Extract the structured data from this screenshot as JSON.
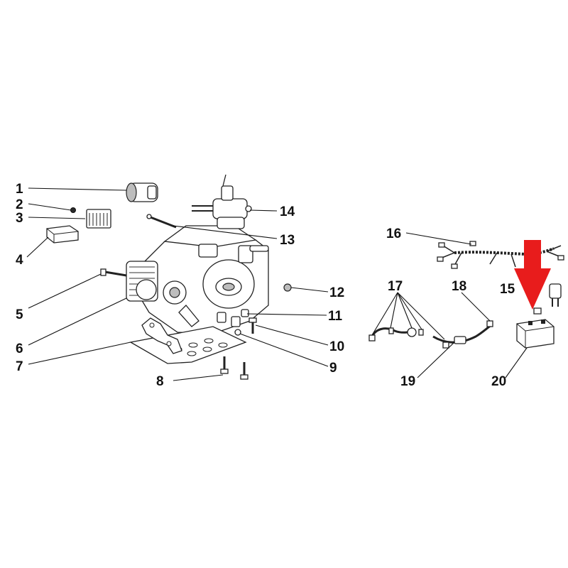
{
  "callouts": [
    {
      "id": "1",
      "label": "1"
    },
    {
      "id": "2",
      "label": "2"
    },
    {
      "id": "3",
      "label": "3"
    },
    {
      "id": "4",
      "label": "4"
    },
    {
      "id": "5",
      "label": "5"
    },
    {
      "id": "6",
      "label": "6"
    },
    {
      "id": "7",
      "label": "7"
    },
    {
      "id": "8",
      "label": "8"
    },
    {
      "id": "9",
      "label": "9"
    },
    {
      "id": "10",
      "label": "10"
    },
    {
      "id": "11",
      "label": "11"
    },
    {
      "id": "12",
      "label": "12"
    },
    {
      "id": "13",
      "label": "13"
    },
    {
      "id": "14",
      "label": "14"
    },
    {
      "id": "15",
      "label": "15"
    },
    {
      "id": "16",
      "label": "16"
    },
    {
      "id": "17",
      "label": "17"
    },
    {
      "id": "18",
      "label": "18"
    },
    {
      "id": "19",
      "label": "19"
    },
    {
      "id": "20",
      "label": "20"
    }
  ],
  "colors": {
    "highlight_arrow": "#e81c1c",
    "line_art": "#222222",
    "background": "#ffffff"
  }
}
